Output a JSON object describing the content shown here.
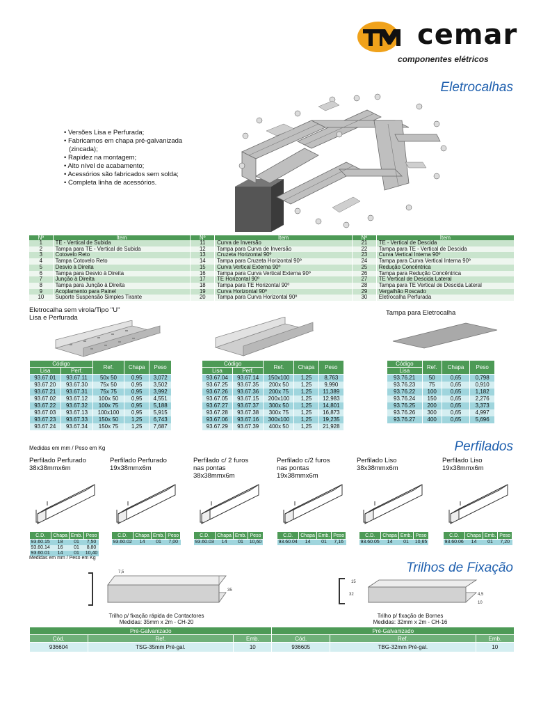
{
  "brand": {
    "name": "cemar",
    "tagline": "componentes elétricos"
  },
  "eletrocalhas": {
    "title": "Eletrocalhas",
    "bullets": [
      "• Versões Lisa e Perfurada;",
      "• Fabricamos em chapa pré-galvanizada (zincada);",
      "• Rapidez na montagem;",
      "• Alto nível de acabamento;",
      "• Acessórios são fabricados sem solda;",
      "• Completa linha de acessórios."
    ]
  },
  "items_table": {
    "headers": [
      "Nº",
      "Item",
      "Nº",
      "Item",
      "Nº",
      "Item"
    ],
    "rows": [
      [
        "1",
        "TE - Vertical de Subida",
        "11",
        "Curva de Inversão",
        "21",
        "TE - Vertical de Descida"
      ],
      [
        "2",
        "Tampa para TE - Vertical de Subida",
        "12",
        "Tampa para Curva de Inversão",
        "22",
        "Tampa para TE - Vertical de Descida"
      ],
      [
        "3",
        "Cotovelo Reto",
        "13",
        "Cruzeta Horizontal 90º",
        "23",
        "Curva Vertical Interna 90º"
      ],
      [
        "4",
        "Tampa Cotovelo Reto",
        "14",
        "Tampa para Cruzeta Horizontal 90º",
        "24",
        "Tampa para Curva Vertical Interna 90º"
      ],
      [
        "5",
        "Desvio à Direita",
        "15",
        "Curva Vertical Externa 90º",
        "25",
        "Redução Concêntrica"
      ],
      [
        "6",
        "Tampa para Desvio à Direita",
        "16",
        "Tampa para Curva Vertical Externa 90º",
        "26",
        "Tampa para Redução Concêntrica"
      ],
      [
        "7",
        "Junção à Direita",
        "17",
        "TE Horizontal 90º",
        "27",
        "TE Vertical de Descida Lateral"
      ],
      [
        "8",
        "Tampa para Junção à Direita",
        "18",
        "Tampa para TE Horizontal 90º",
        "28",
        "Tampa para TE Vertical de Descida Lateral"
      ],
      [
        "9",
        "Acoplamento para Painel",
        "19",
        "Curva Horizontal 90º",
        "29",
        "Vergalhão Roscado"
      ],
      [
        "10",
        "Suporte Suspensão Simples Tirante",
        "20",
        "Tampa para Curva Horizontal 90º",
        "30",
        "Eletrocalha Perfurada"
      ]
    ]
  },
  "eletrocalha_caption": [
    "Eletrocalha sem virola/Tipo \"U\"",
    "Lisa e Perfurada"
  ],
  "tampa_caption": "Tampa para Eletrocalha",
  "table_a": {
    "h_codigo": "Código",
    "h_lisa": "Lisa",
    "h_perf": "Perf.",
    "h_ref": "Ref.",
    "h_chapa": "Chapa",
    "h_peso": "Peso",
    "rows": [
      [
        "93.67.01",
        "93.67.11",
        "50x 50",
        "0,95",
        "3,072"
      ],
      [
        "93.67.20",
        "93.67.30",
        "75x 50",
        "0,95",
        "3,502"
      ],
      [
        "93.67.21",
        "93.67.31",
        "75x 75",
        "0,95",
        "3,992"
      ],
      [
        "93.67.02",
        "93.67.12",
        "100x 50",
        "0,95",
        "4,551"
      ],
      [
        "93.67.22",
        "93.67.32",
        "100x 75",
        "0,95",
        "5,188"
      ],
      [
        "93.67.03",
        "93.67.13",
        "100x100",
        "0,95",
        "5,915"
      ],
      [
        "93.67.23",
        "93.67.33",
        "150x 50",
        "1,25",
        "6,743"
      ],
      [
        "93.67.24",
        "93.67.34",
        "150x 75",
        "1,25",
        "7,687"
      ]
    ]
  },
  "table_b": {
    "h_codigo": "Código",
    "h_lisa": "Lisa",
    "h_perf": "Perf.",
    "h_ref": "Ref.",
    "h_chapa": "Chapa",
    "h_peso": "Peso",
    "rows": [
      [
        "93.67.04",
        "93.67.14",
        "150x100",
        "1,25",
        "8,763"
      ],
      [
        "93.67.25",
        "93.67.35",
        "200x 50",
        "1,25",
        "9,990"
      ],
      [
        "93.67.26",
        "93.67.36",
        "200x 75",
        "1,25",
        "11,389"
      ],
      [
        "93.67.05",
        "93.67.15",
        "200x100",
        "1,25",
        "12,983"
      ],
      [
        "93.67.27",
        "93.67.37",
        "300x 50",
        "1,25",
        "14,801"
      ],
      [
        "93.67.28",
        "93.67.38",
        "300x 75",
        "1,25",
        "16,873"
      ],
      [
        "93.67.06",
        "93.67.16",
        "300x100",
        "1,25",
        "19,235"
      ],
      [
        "93.67.29",
        "93.67.39",
        "400x 50",
        "1,25",
        "21,928"
      ]
    ]
  },
  "table_c": {
    "h_codigo": "Código",
    "h_lisa": "Lisa",
    "h_ref": "Ref.",
    "h_chapa": "Chapa",
    "h_peso": "Peso",
    "rows": [
      [
        "93.76.21",
        "50",
        "0,65",
        "0,798"
      ],
      [
        "93.76.23",
        "75",
        "0,65",
        "0,910"
      ],
      [
        "93.76.22",
        "100",
        "0,65",
        "1,182"
      ],
      [
        "93.76.24",
        "150",
        "0,65",
        "2,276"
      ],
      [
        "93.76.25",
        "200",
        "0,65",
        "3,373"
      ],
      [
        "93.76.26",
        "300",
        "0,65",
        "4,997"
      ],
      [
        "93.76.27",
        "400",
        "0,65",
        "5,696"
      ]
    ]
  },
  "medidas_note": "Medidas em mm / Peso em Kg",
  "perfilados": {
    "title": "Perfilados",
    "items": [
      {
        "label": [
          "Perfilado Perfurado",
          "38x38mmx6m"
        ]
      },
      {
        "label": [
          "Perfilado Perfurado",
          "19x38mmx6m"
        ]
      },
      {
        "label": [
          "Perfilado c/ 2 furos",
          "nas pontas",
          "38x38mmx6m"
        ]
      },
      {
        "label": [
          "Perfilado c/2 furos",
          "nas pontas",
          "19x38mmx6m"
        ]
      },
      {
        "label": [
          "Perfilado Liso",
          "38x38mmx6m"
        ]
      },
      {
        "label": [
          "Perfilado Liso",
          "19x38mmx6m"
        ]
      }
    ],
    "table_headers": [
      "C.D.",
      "Chapa",
      "Emb.",
      "Peso"
    ],
    "tables": [
      [
        [
          "93.60.15",
          "18",
          "01",
          "7,50"
        ],
        [
          "93.60.14",
          "16",
          "01",
          "8,80"
        ],
        [
          "93.60.01",
          "14",
          "01",
          "10,40"
        ]
      ],
      [
        [
          "93.60.02",
          "14",
          "01",
          "7,00"
        ]
      ],
      [
        [
          "93.60.03",
          "14",
          "01",
          "10,60"
        ]
      ],
      [
        [
          "93.60.04",
          "14",
          "01",
          "7,16"
        ]
      ],
      [
        [
          "93.60.05",
          "14",
          "01",
          "10,65"
        ]
      ],
      [
        [
          "93.60.06",
          "14",
          "01",
          "7,20"
        ]
      ]
    ],
    "note": "Medidas em mm / Peso em Kg"
  },
  "trilhos": {
    "title": "Trilhos de Fixação",
    "caption_left": [
      "Trilho p/ fixação rápida de Contactores",
      "Medidas: 35mm x 2m - CH-20"
    ],
    "caption_right": [
      "Trilho p/ fixação de Bornes",
      "Medidas: 32mm x 2m - CH-16"
    ],
    "dims_left": [
      "7,5",
      "35"
    ],
    "dims_right": [
      "32",
      "15",
      "4,5",
      "10"
    ],
    "group_header": "Pré-Galvanizado",
    "headers": [
      "Cód.",
      "Ref.",
      "Emb."
    ],
    "rows": [
      [
        "936604",
        "TSG-35mm Pré-gal.",
        "10",
        "936605",
        "TBG-32mm Pré-gal.",
        "10"
      ]
    ]
  }
}
